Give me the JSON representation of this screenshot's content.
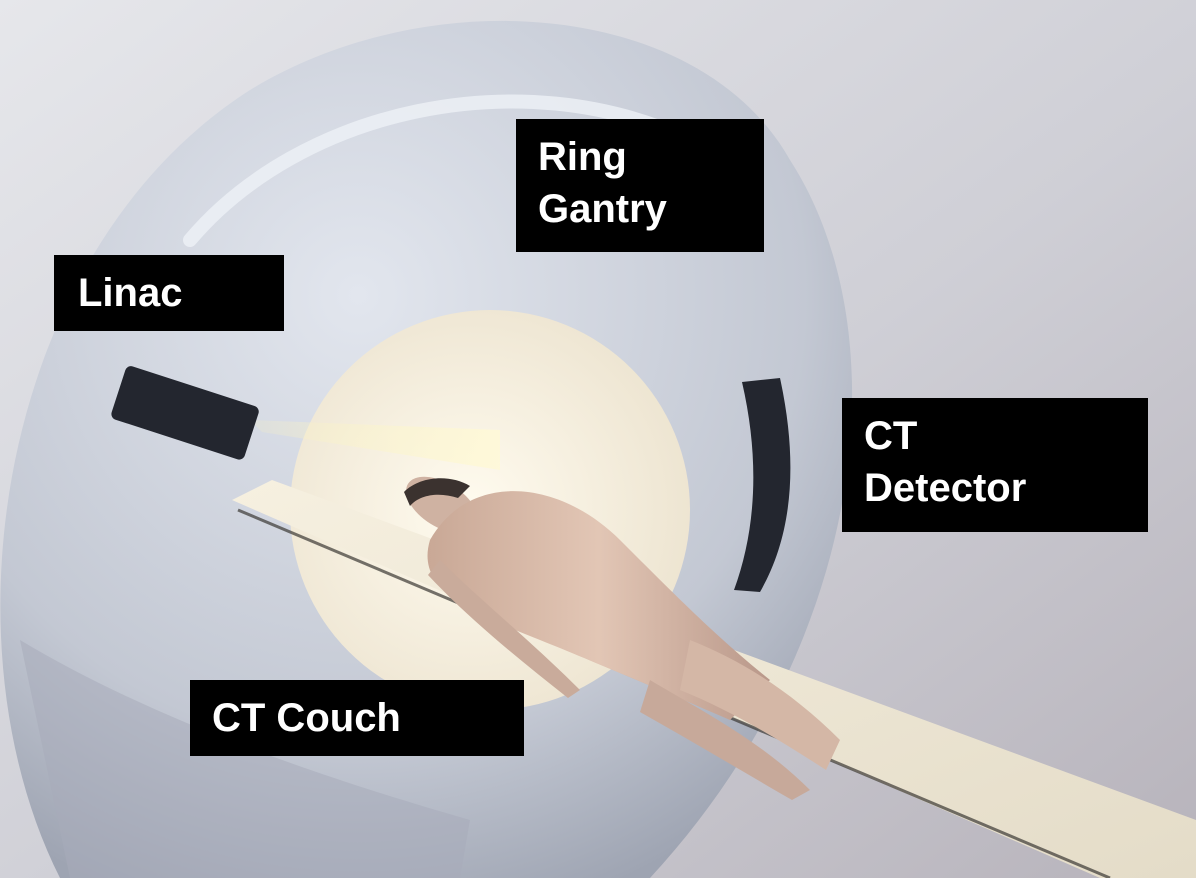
{
  "labels": {
    "ring_gantry": [
      "Ring",
      "Gantry"
    ],
    "linac": "Linac",
    "ct_detector": [
      "CT",
      "Detector"
    ],
    "ct_couch": "CT Couch"
  },
  "colors": {
    "top_bar": "#2f5fd0",
    "label_background": "#000000",
    "label_text": "#ffffff",
    "gantry": "#c9ced8",
    "bore": "#fbf6e6",
    "couch": "#efe8d6",
    "patient": "#d8b8a6",
    "component_dark": "#23262f"
  }
}
